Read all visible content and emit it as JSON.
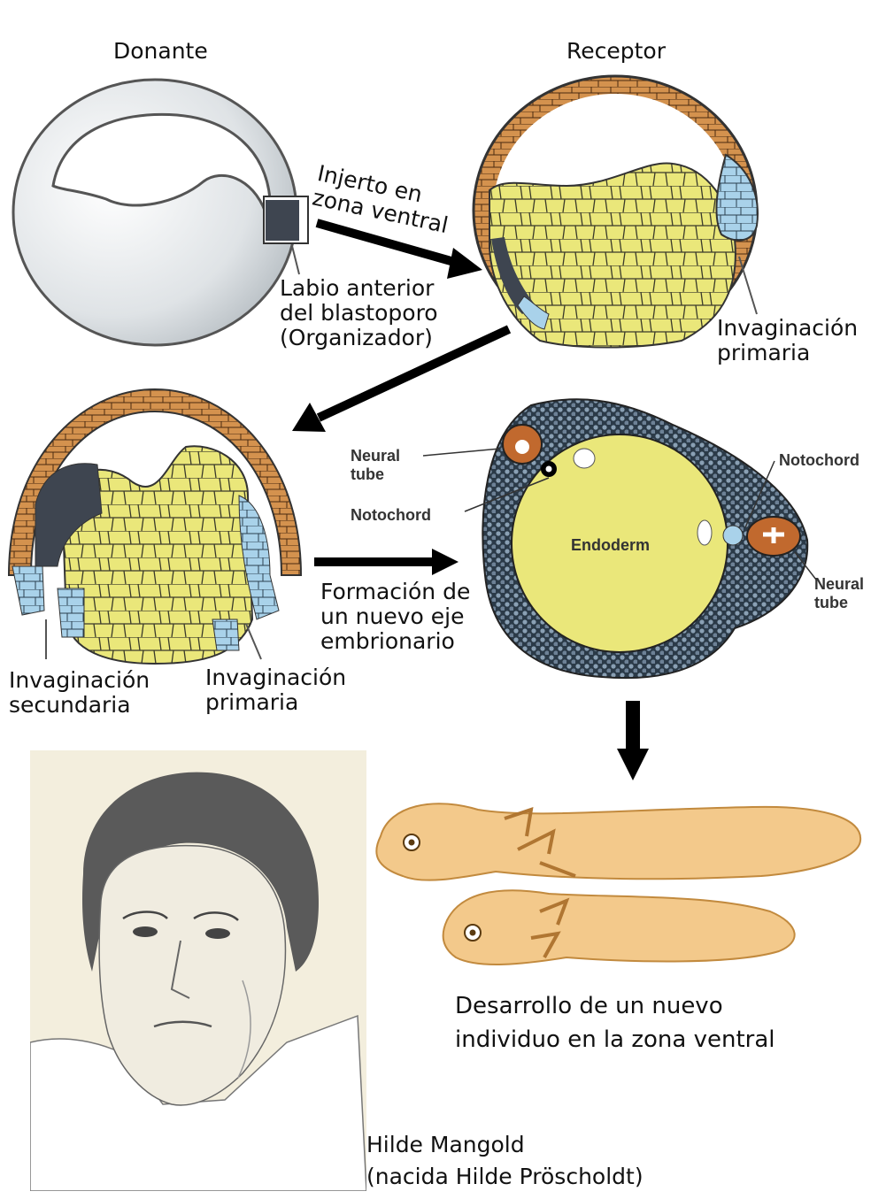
{
  "labels": {
    "donor": "Donante",
    "receptor": "Receptor",
    "graft": "Injerto en\nzona ventral",
    "anterior_lip": "Labio anterior\ndel blastoporo\n(Organizador)",
    "primary_invagination_top": "Invaginación\nprimaria",
    "secondary_invagination": "Invaginación\nsecundaria",
    "primary_invagination_bottom": "Invaginación\nprimaria",
    "new_axis": "Formación de\nun nuevo eje\nembrionario",
    "neural_tube_left": "Neural\ntube",
    "notochord_left": "Notochord",
    "endoderm": "Endoderm",
    "notochord_right": "Notochord",
    "neural_tube_right": "Neural\ntube",
    "development": "Desarrollo de un nuevo\nindividuo en la zona ventral",
    "portrait_caption": "Hilde Mangold\n(nacida Hilde Pröscholdt)"
  },
  "colors": {
    "yolk": "#eae77a",
    "ectoderm": "#d4924e",
    "mesoderm": "#a9d2ea",
    "organizer": "#3e4550",
    "tadpole": "#f3c98b",
    "arrow": "#000000"
  }
}
